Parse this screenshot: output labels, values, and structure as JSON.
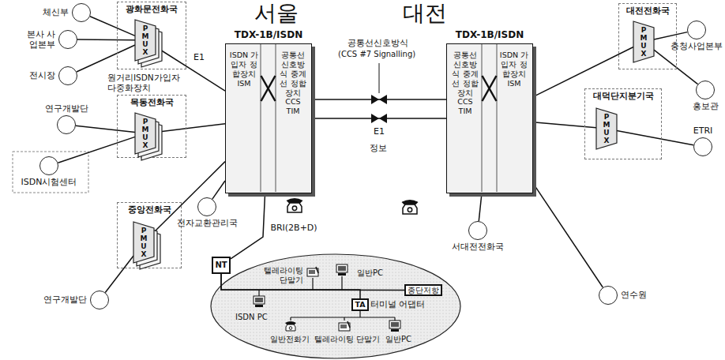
{
  "diagram": {
    "nodes": [
      {
        "text": [
          "광화문전화국"
        ]
      },
      {
        "text": [
          "PMUX"
        ],
        "in": 0
      },
      {
        "text": [
          "체신부"
        ]
      },
      {
        "text": [
          "본사 사업본부"
        ]
      },
      {
        "text": [
          "전시장"
        ]
      },
      {
        "text": [
          "목동전화국"
        ]
      },
      {
        "text": [
          "PMUX"
        ],
        "in": 5
      },
      {
        "text": [
          "연구개발단"
        ]
      },
      {
        "text": [
          "ISDN시험센터"
        ]
      },
      {
        "text": [
          "중앙전화국"
        ]
      },
      {
        "text": [
          "PMUX"
        ],
        "in": 9
      },
      {
        "text": [
          "연구개발단"
        ]
      },
      {
        "text": [
          "TDX-1B/ISDN",
          "ISDN 가입자 정합장치 ISM",
          "공통선 신호방식 중계선 정합장치 CCS TIM"
        ]
      },
      {
        "text": [
          "전자교환관리국"
        ]
      },
      {
        "text": [
          "NT"
        ]
      },
      {
        "text": [
          "종단저항"
        ]
      },
      {
        "text": [
          "TA",
          "터미널 어댑터"
        ]
      },
      {
        "text": [
          "TDX-1B/ISDN",
          "공통선 신호방식 중계선 정합장치 CCS TIM",
          "ISDN 가입자 정합장치 ISM"
        ]
      },
      {
        "text": [
          "대전전화국"
        ]
      },
      {
        "text": [
          "PMUX"
        ],
        "in": 18
      },
      {
        "text": [
          "충청사업본부"
        ]
      },
      {
        "text": [
          "홍보관"
        ]
      },
      {
        "text": [
          "대덕단지분기국"
        ]
      },
      {
        "text": [
          "PMUX"
        ],
        "in": 22
      },
      {
        "text": [
          "ETRI"
        ]
      },
      {
        "text": [
          "서대전전화국"
        ]
      },
      {
        "text": [
          "연수원"
        ]
      }
    ],
    "edges": [
      {
        "from": 2,
        "to": 1,
        "arrow": "none"
      },
      {
        "from": 3,
        "to": 1,
        "arrow": "none"
      },
      {
        "from": 4,
        "to": 1,
        "arrow": "none"
      },
      {
        "from": 1,
        "to": 12,
        "label": "E1",
        "arrow": "none"
      },
      {
        "from": 7,
        "to": 6,
        "arrow": "none"
      },
      {
        "from": 8,
        "to": 6,
        "arrow": "none"
      },
      {
        "from": 6,
        "to": 12,
        "arrow": "none"
      },
      {
        "from": 11,
        "to": 10,
        "arrow": "none"
      },
      {
        "from": 10,
        "to": 12,
        "arrow": "none"
      },
      {
        "from": 12,
        "to": 13,
        "arrow": "none"
      },
      {
        "from": 12,
        "to": 14,
        "label": "BRI(2B+D)",
        "arrow": "none"
      },
      {
        "from": 14,
        "to": 15,
        "arrow": "none"
      },
      {
        "from": 14,
        "to": 16,
        "arrow": "none"
      },
      {
        "from": 12,
        "to": 17,
        "label": "E1",
        "arrow": "none"
      },
      {
        "from": 17,
        "to": 19,
        "arrow": "none"
      },
      {
        "from": 19,
        "to": 20,
        "arrow": "none"
      },
      {
        "from": 19,
        "to": 21,
        "arrow": "none"
      },
      {
        "from": 17,
        "to": 23,
        "arrow": "none"
      },
      {
        "from": 23,
        "to": 24,
        "arrow": "none"
      },
      {
        "from": 17,
        "to": 25,
        "arrow": "none"
      },
      {
        "from": 17,
        "to": 26,
        "arrow": "none"
      }
    ],
    "labels": [
      "서울",
      "대전",
      "원거리ISDN가입자 다중화장치",
      "공통선신호방식",
      "(CCS #7 Signalling)",
      "정보",
      "텔레라이팅 단말기",
      "일반PC",
      "ISDN PC",
      "일반전화기",
      "텔레라이팅 단말기",
      "일반PC"
    ]
  }
}
